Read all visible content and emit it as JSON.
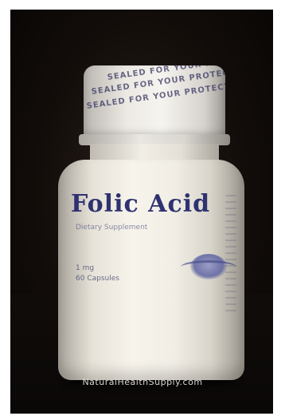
{
  "photo": {
    "background_color": "#0d0a08",
    "watermark": "NaturalHealthSupply.com"
  },
  "bottle": {
    "cap_seal_text": "SEALED FOR YOUR PROTECTION",
    "product_name": "Folic Acid",
    "subtitle": "Dietary Supplement",
    "dose_line_1": "1 mg",
    "dose_line_2": "60 Capsules",
    "brand_logo_icon": "globe-swoosh-logo-icon",
    "label_text_color": "#2f3270"
  }
}
